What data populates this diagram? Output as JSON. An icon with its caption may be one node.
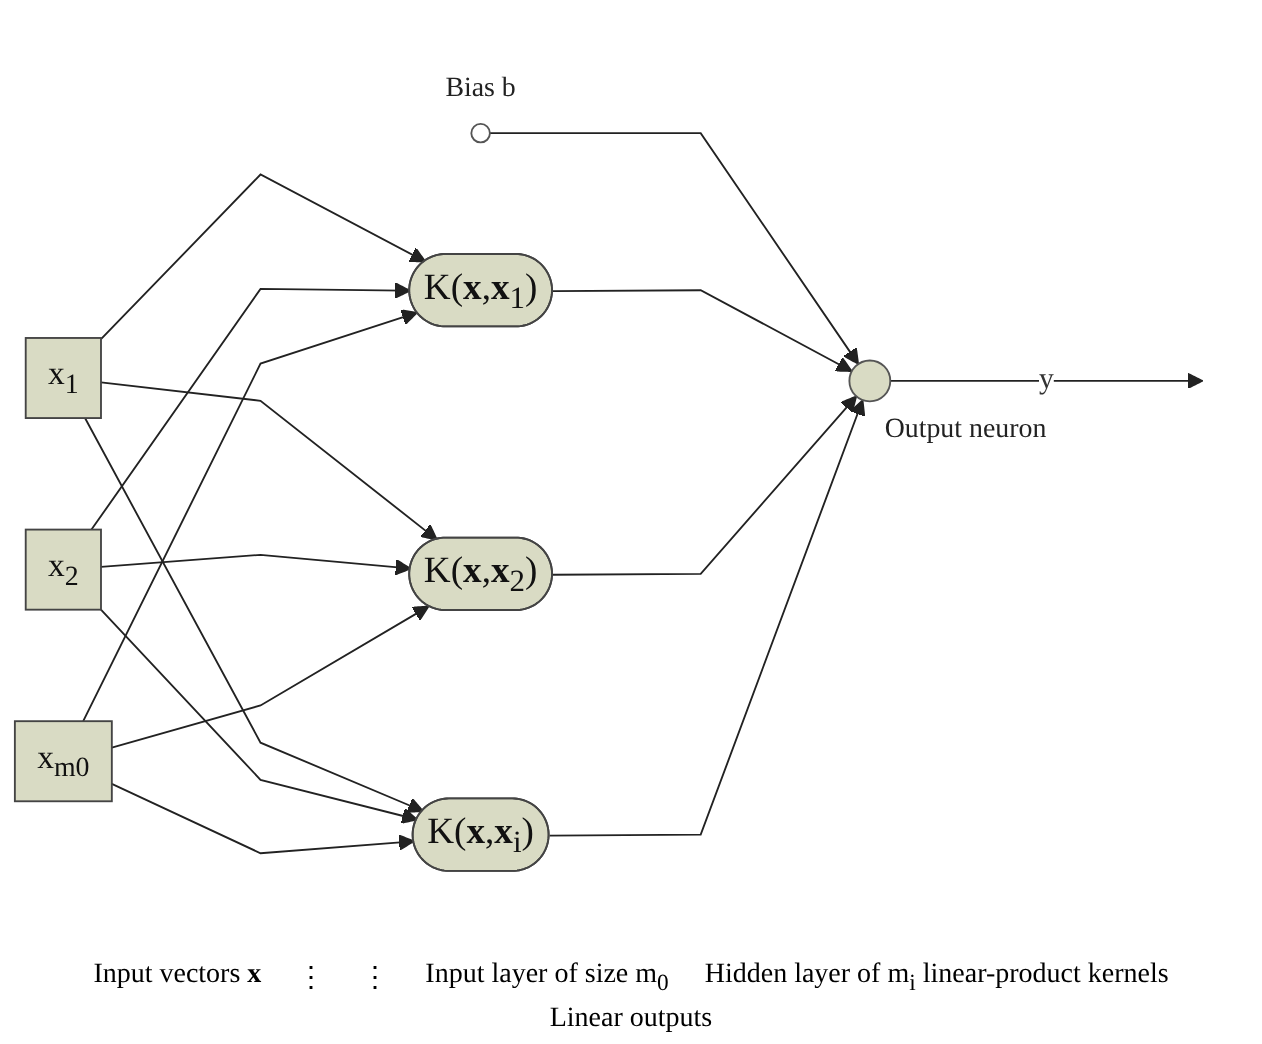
{
  "diagram": {
    "nodes": [
      {
        "text": [
          "x$_{1}$"
        ]
      },
      {
        "text": [
          "x$_{2}$"
        ]
      },
      {
        "text": [
          "x$_{m0}$"
        ]
      },
      {
        "text": [
          "K(**x**,**x**$_{1}$)"
        ]
      },
      {
        "text": [
          "K(**x**,**x**$_{2}$)"
        ]
      },
      {
        "text": [
          "K(**x**,**x**$_{i}$)"
        ]
      },
      {
        "text": [],
        "shape": "circle",
        "beside": [
          "Bias b"
        ]
      },
      {
        "text": [],
        "shape": "circle",
        "beside": [
          "Output neuron"
        ]
      }
    ],
    "edges": [
      {
        "from": 0,
        "to": 3,
        "arrow": "to"
      },
      {
        "from": 0,
        "to": 4,
        "arrow": "to"
      },
      {
        "from": 0,
        "to": 5,
        "arrow": "to"
      },
      {
        "from": 1,
        "to": 3,
        "arrow": "to"
      },
      {
        "from": 1,
        "to": 4,
        "arrow": "to"
      },
      {
        "from": 1,
        "to": 5,
        "arrow": "to"
      },
      {
        "from": 2,
        "to": 3,
        "arrow": "to"
      },
      {
        "from": 2,
        "to": 4,
        "arrow": "to"
      },
      {
        "from": 2,
        "to": 5,
        "arrow": "to"
      },
      {
        "from": 6,
        "to": 7,
        "arrow": "to"
      },
      {
        "from": 3,
        "to": 7,
        "arrow": "to"
      },
      {
        "from": 4,
        "to": 7,
        "arrow": "to"
      },
      {
        "from": 5,
        "to": 7,
        "arrow": "to"
      },
      {
        "from": 7,
        "to": null,
        "arrow": "to",
        "label": "y"
      }
    ],
    "labels": [
      "Input vectors **x**",
      "⋮",
      "⋮",
      "Input layer of size m$_{0}$",
      "Hidden layer of m$_{i}$ linear-product kernels",
      "Linear outputs"
    ]
  }
}
